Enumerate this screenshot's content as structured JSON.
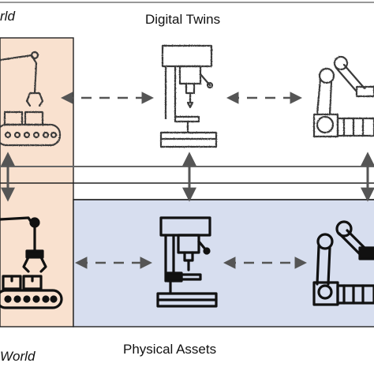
{
  "labels": {
    "digital_twins": "Digital Twins",
    "physical_assets": "Physical Assets",
    "virtual_world_partial": "rld",
    "physical_world_partial": "World"
  },
  "colors": {
    "orange_panel": "#f9e1cf",
    "blue_panel": "#d7deef",
    "ink_sketch": "#3a3a3a",
    "ink_solid": "#111111",
    "arrow": "#555555",
    "divider": "#666666"
  },
  "icons": {
    "virtual_row": [
      "robot-arm-conveyor-icon",
      "drill-press-icon",
      "robotic-arm-icon"
    ],
    "physical_row": [
      "robot-arm-conveyor-icon",
      "drill-press-icon",
      "robotic-arm-icon"
    ]
  }
}
